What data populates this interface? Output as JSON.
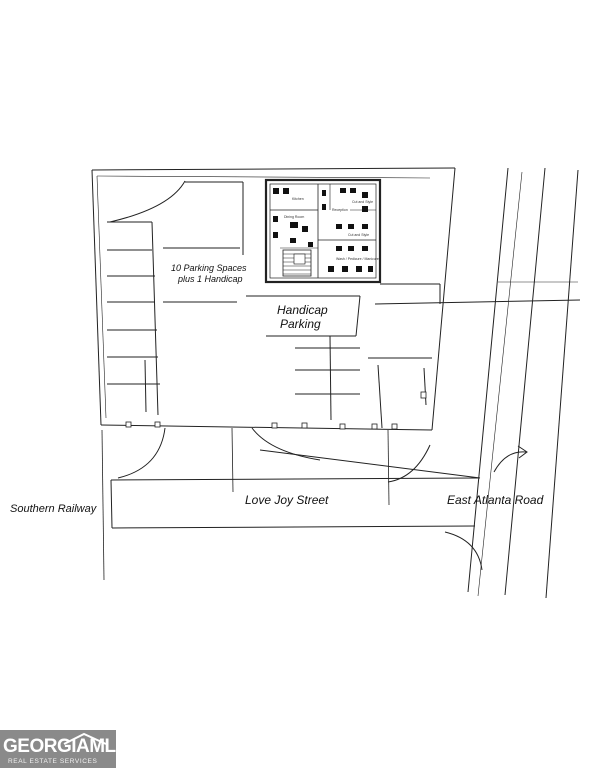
{
  "labels": {
    "parking_spaces_line1": "10 Parking Spaces",
    "parking_spaces_line2": "plus 1 Handicap",
    "handicap_line1": "Handicap",
    "handicap_line2": "Parking",
    "street": "Love Joy Street",
    "railway": "Southern Railway",
    "road": "East Atlanta Road"
  },
  "rooms": {
    "kitchen": "Kitchen",
    "dining": "Dining Room",
    "cut_and_style_1": "Cut and Style",
    "cut_and_style_2": "Cut and Style",
    "reception": "Reception",
    "wash": "Wash / Pedicure / Manicure"
  },
  "logo": {
    "main": "GEORGIAMLS",
    "sub": "REAL ESTATE SERVICES"
  }
}
